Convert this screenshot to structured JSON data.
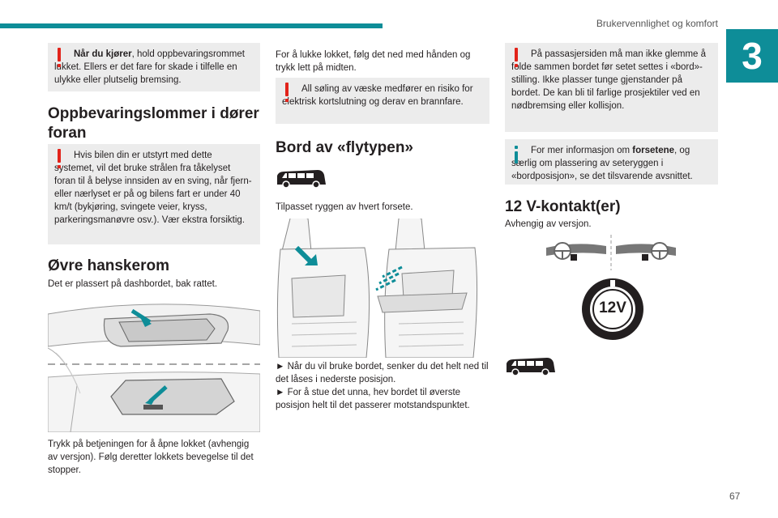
{
  "header": {
    "section": "Brukervennlighet og komfort",
    "chapter": "3",
    "page": "67"
  },
  "col1": {
    "warn1_bold": "Når du kjører",
    "warn1_rest": ", hold oppbevaringsrommet lukket. Ellers er det fare for skade i tilfelle en ulykke eller plutselig bremsing.",
    "h_pockets": "Oppbevaringslommer i dører foran",
    "warn2": "Hvis bilen din er utstyrt med dette systemet, vil det bruke strålen fra tåkelyset foran til å belyse innsiden av en sving, når fjern- eller nærlyset er på og bilens fart er under 40 km/t (bykjøring, svingete veier, kryss, parkeringsmanøvre osv.). Vær ekstra forsiktig.",
    "h_glovebox": "Øvre hanskerom",
    "glovebox_text": "Det er plassert på dashbordet, bak rattet.",
    "glovebox_caption": "Trykk på betjeningen for å åpne lokket (avhengig av versjon). Følg deretter lokkets bevegelse til det stopper."
  },
  "col2": {
    "close_lid": "For å lukke lokket, følg det ned med hånden og trykk lett på midten.",
    "warn_spill": "All søling av væske medfører en risiko for elektrisk kortslutning og derav en brannfare.",
    "h_table": "Bord av «flytypen»",
    "table_text": "Tilpasset ryggen av hvert forsete.",
    "step1": "► Når du vil bruke bordet, senker du det helt ned til det låses i nederste posisjon.",
    "step2": "► For å stue det unna, hev bordet til øverste posisjon helt til det passerer motstandspunktet."
  },
  "col3": {
    "warn_passenger": "På passasjersiden må man ikke glemme å folde sammen bordet før setet settes i «bord»-stilling. Ikke plasser tunge gjenstander på bordet. De kan bli til farlige prosjektiler ved en nødbremsing eller kollisjon.",
    "info_pre": "For mer informasjon om ",
    "info_bold": "forsetene",
    "info_rest": ", og særlig om plassering av seteryggen i «bordposisjon», se det tilsvarende avsnittet.",
    "h_12v": "12 V-kontakt(er)",
    "version_text": "Avhengig av versjon.",
    "socket_label": "12V"
  },
  "colors": {
    "accent": "#0e8d98",
    "warning": "#e2231a",
    "note_bg": "#ececec"
  }
}
